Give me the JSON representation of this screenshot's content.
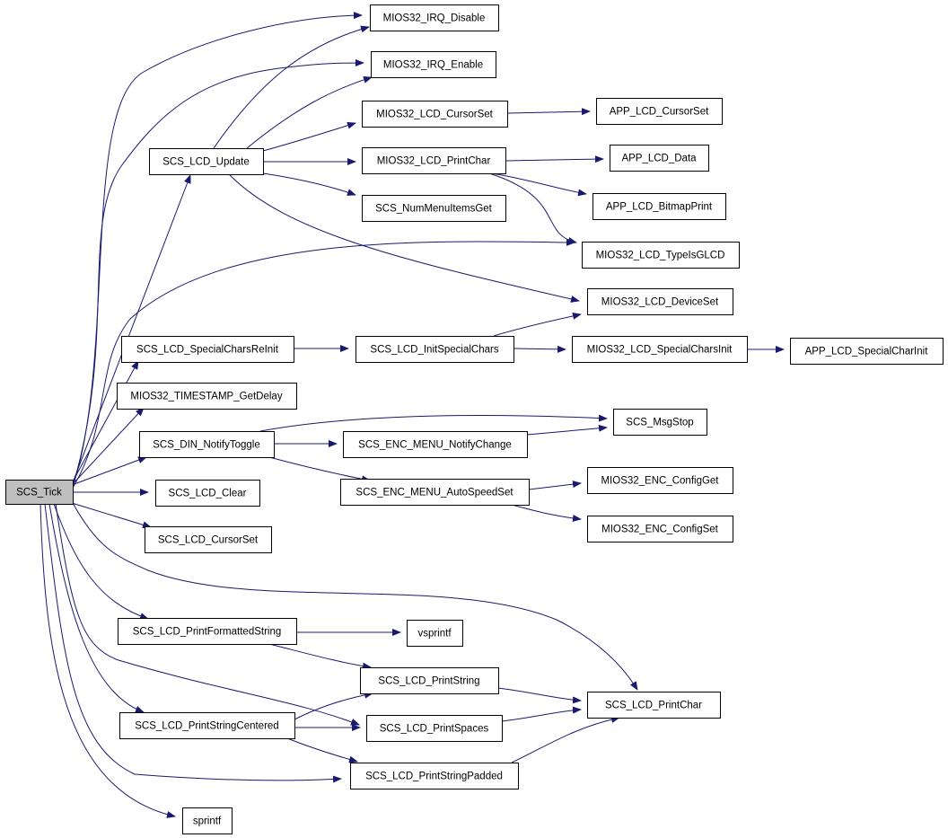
{
  "graph": {
    "colors": {
      "edge": "#191970",
      "node_border": "#000000",
      "root_fill": "#bfbfbf",
      "node_fill": "#ffffff"
    },
    "nodes": {
      "tick": "SCS_Tick",
      "lcd_update": "SCS_LCD_Update",
      "irq_disable": "MIOS32_IRQ_Disable",
      "irq_enable": "MIOS32_IRQ_Enable",
      "m_cursorset": "MIOS32_LCD_CursorSet",
      "m_printchar": "MIOS32_LCD_PrintChar",
      "nummenu": "SCS_NumMenuItemsGet",
      "app_cursorset": "APP_LCD_CursorSet",
      "app_data": "APP_LCD_Data",
      "app_bitmap": "APP_LCD_BitmapPrint",
      "typeisglcd": "MIOS32_LCD_TypeIsGLCD",
      "deviceset": "MIOS32_LCD_DeviceSet",
      "specialcharsreinit": "SCS_LCD_SpecialCharsReInit",
      "initspecialchars": "SCS_LCD_InitSpecialChars",
      "m_specialcharsinit": "MIOS32_LCD_SpecialCharsInit",
      "app_specialcharinit": "APP_LCD_SpecialCharInit",
      "timestamp": "MIOS32_TIMESTAMP_GetDelay",
      "din_notify": "SCS_DIN_NotifyToggle",
      "msgstop": "SCS_MsgStop",
      "enc_notify": "SCS_ENC_MENU_NotifyChange",
      "enc_autospeed": "SCS_ENC_MENU_AutoSpeedSet",
      "enc_configget": "MIOS32_ENC_ConfigGet",
      "enc_configset": "MIOS32_ENC_ConfigSet",
      "lcd_clear": "SCS_LCD_Clear",
      "lcd_cursorset": "SCS_LCD_CursorSet",
      "printformatted": "SCS_LCD_PrintFormattedString",
      "vsprintf": "vsprintf",
      "printstring": "SCS_LCD_PrintString",
      "s_printchar": "SCS_LCD_PrintChar",
      "printcentered": "SCS_LCD_PrintStringCentered",
      "printspaces": "SCS_LCD_PrintSpaces",
      "printpadded": "SCS_LCD_PrintStringPadded",
      "sprintf": "sprintf"
    }
  }
}
